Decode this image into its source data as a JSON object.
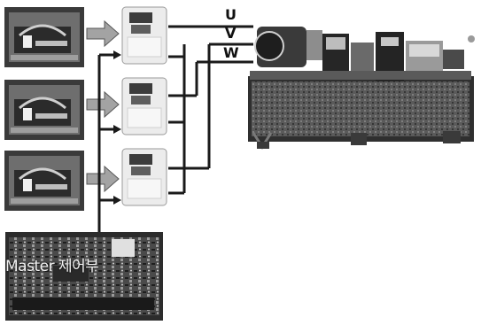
{
  "phases": {
    "u": "U",
    "v": "V",
    "w": "W"
  },
  "controller_label": "Master 제어부",
  "colors": {
    "line": "#1a1a1a",
    "arrow": "#9a9a9a",
    "photo_dark": "#2e2e2e",
    "photo_mid": "#7a7a7a",
    "drive_body": "#ececec"
  }
}
